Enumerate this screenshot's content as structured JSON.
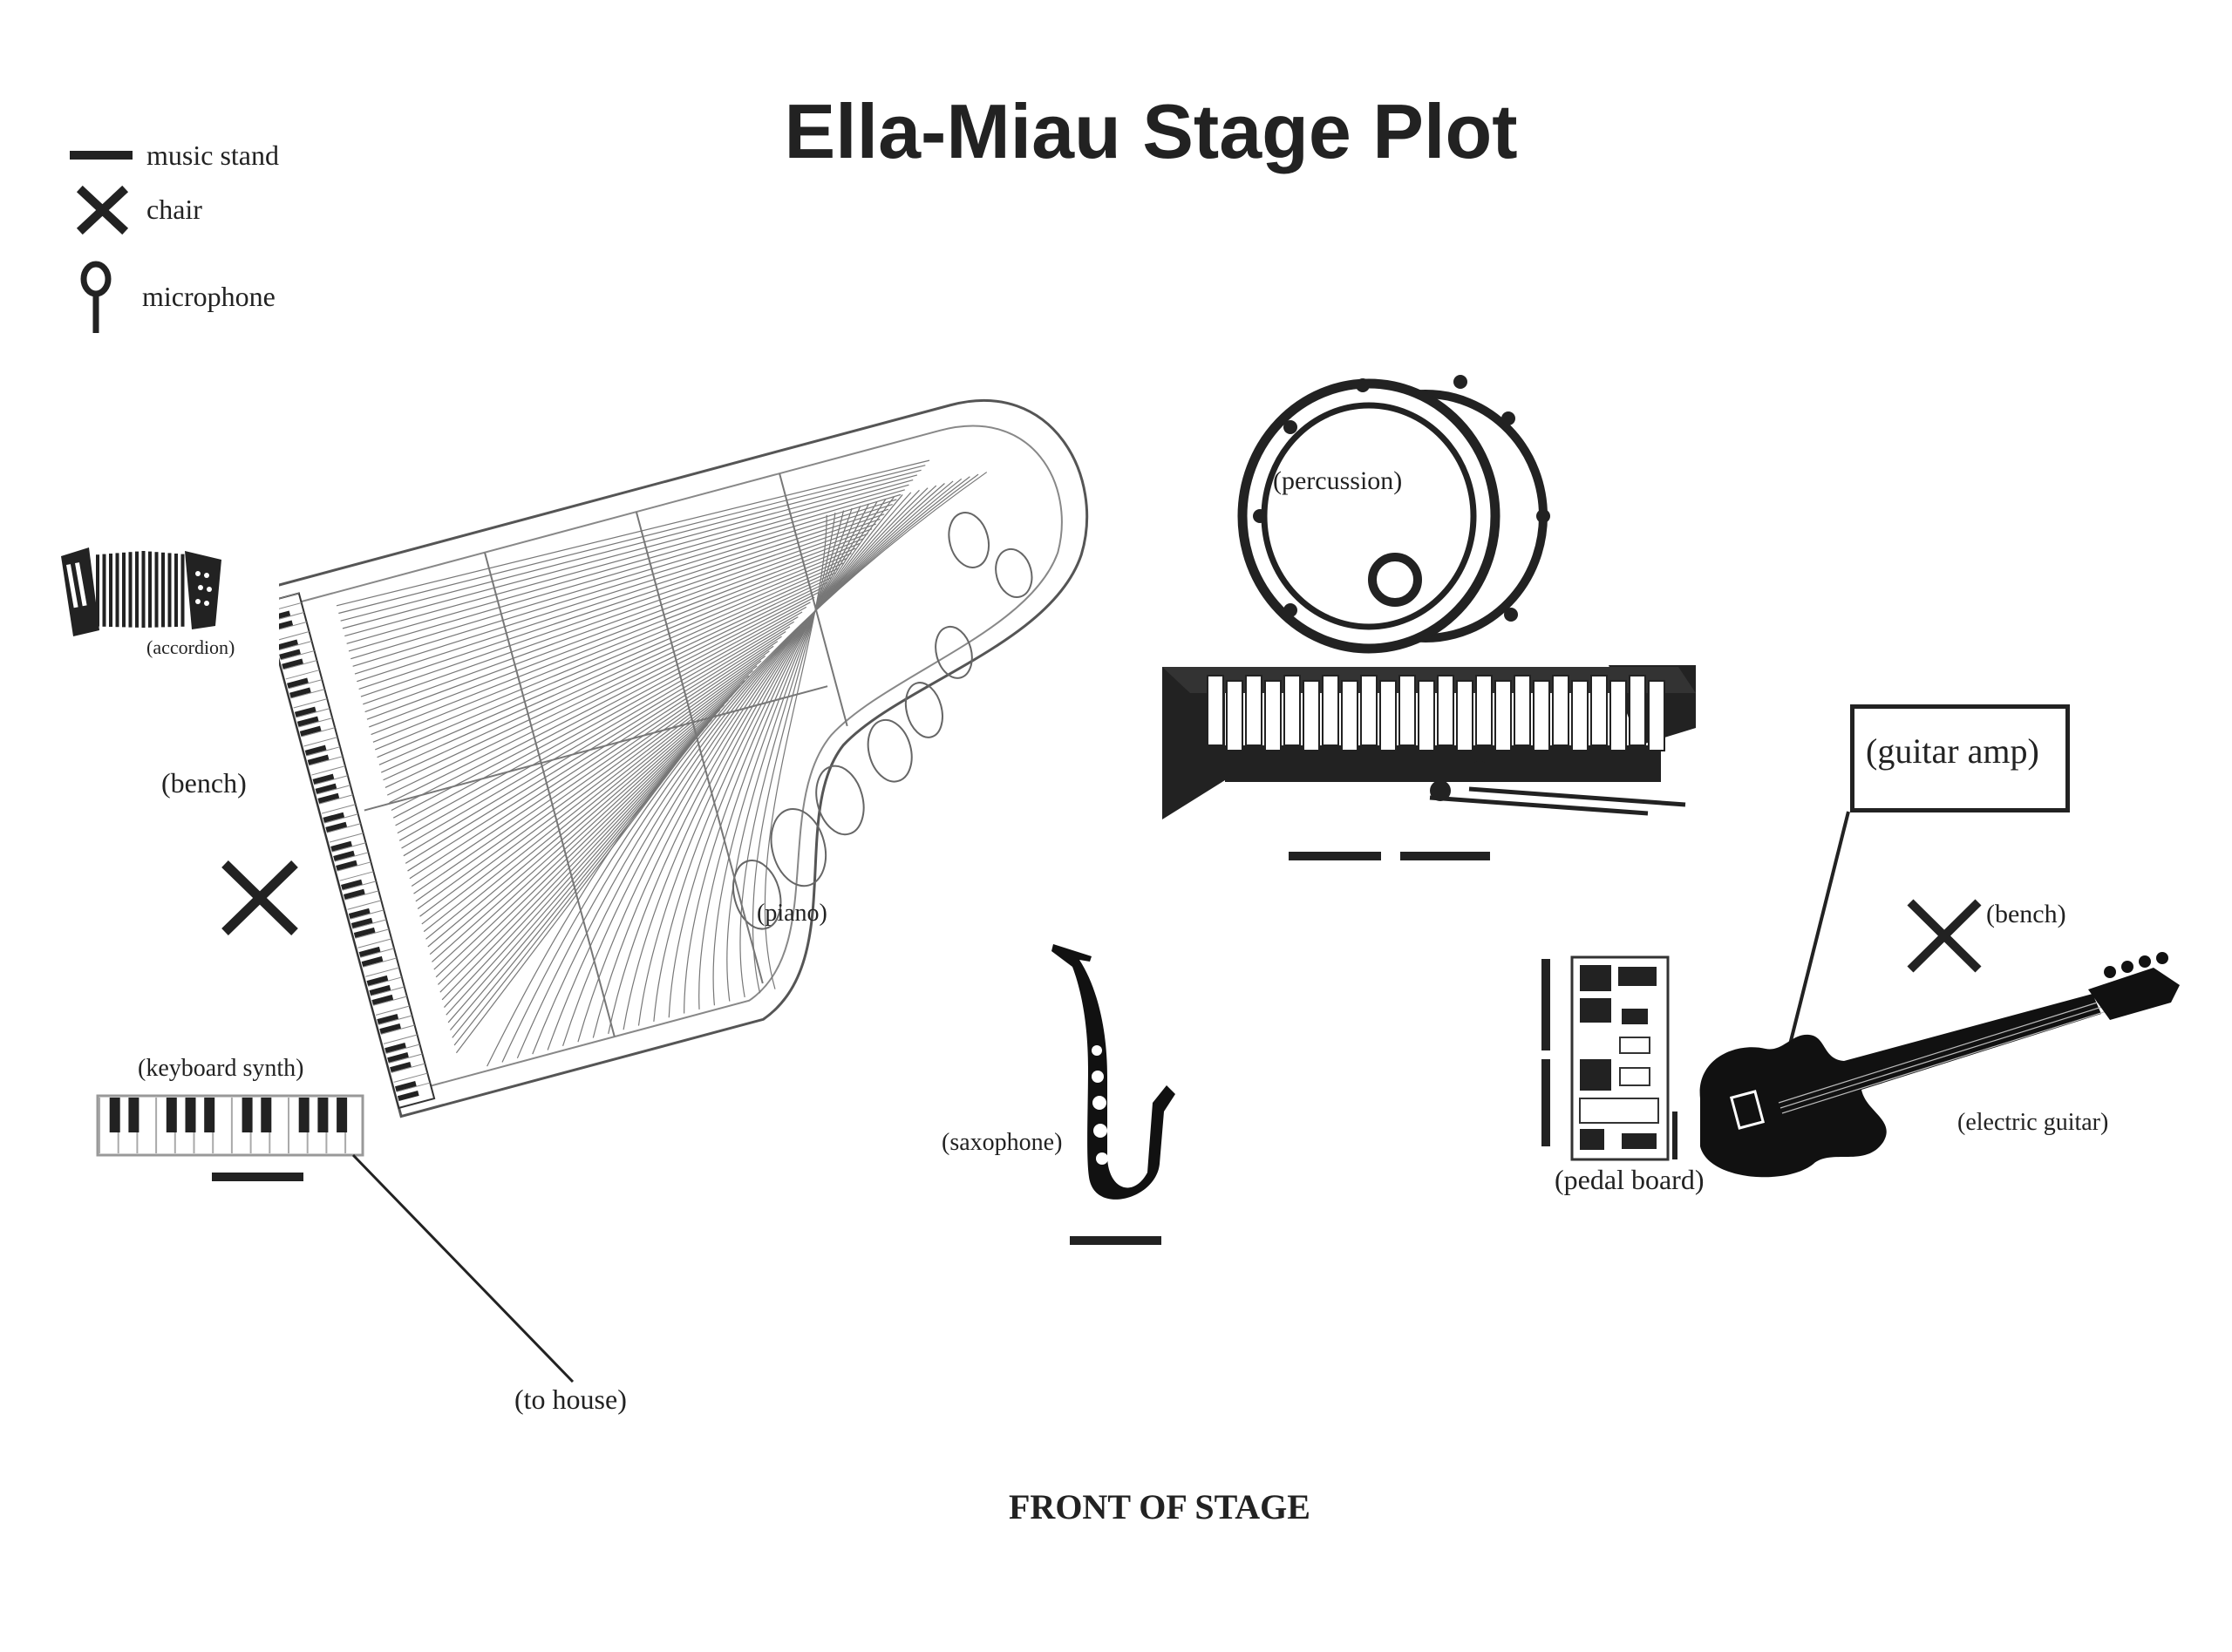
{
  "title": "Ella-Miau Stage Plot",
  "legend": {
    "music_stand": "music stand",
    "chair": "chair",
    "microphone": "microphone"
  },
  "labels": {
    "accordion": "(accordion)",
    "bench_left": "(bench)",
    "piano": "(piano)",
    "keyboard_synth": "(keyboard synth)",
    "to_house": "(to house)",
    "percussion": "(percussion)",
    "saxophone": "(saxophone)",
    "guitar_amp": "(guitar amp)",
    "bench_right": "(bench)",
    "electric_guitar": "(electric guitar)",
    "pedal_board": "(pedal board)"
  },
  "footer": "FRONT OF STAGE",
  "colors": {
    "ink": "#222222",
    "paper": "#ffffff"
  }
}
